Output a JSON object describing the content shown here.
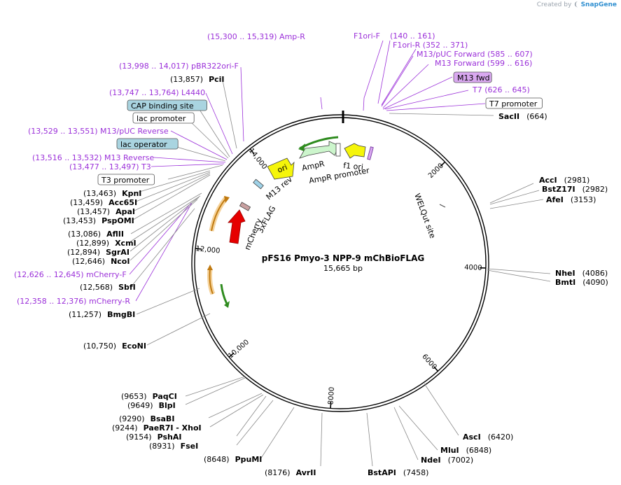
{
  "header": {
    "credit_prefix": "Created by",
    "credit_brand": "SnapGene"
  },
  "plasmid": {
    "name": "pFS16 Pmyo-3 NPP-9 mChBioFLAG",
    "length_label": "15,665 bp",
    "total_bp": 15665
  },
  "ticks": [
    {
      "bp": 2000,
      "label": "2000"
    },
    {
      "bp": 4000,
      "label": "4000"
    },
    {
      "bp": 6000,
      "label": "6000"
    },
    {
      "bp": 8000,
      "label": "8000"
    },
    {
      "bp": 10000,
      "label": "10,000"
    },
    {
      "bp": 12000,
      "label": "12,000"
    },
    {
      "bp": 14000,
      "label": "14,000"
    }
  ],
  "labels": [
    {
      "id": "amp-r-primer",
      "kind": "primer",
      "text": "(15,300 .. 15,319)  Amp-R",
      "bp": 15310,
      "color": "#9b30d9"
    },
    {
      "id": "f1ori-f",
      "kind": "primer",
      "text": "F1ori-F",
      "bp": 150,
      "color": "#9b30d9"
    },
    {
      "id": "f1ori-f-range",
      "kind": "primer",
      "text": "(140 .. 161)",
      "bp": 150,
      "color": "#9b30d9"
    },
    {
      "id": "f1ori-r",
      "kind": "primer",
      "text": "F1ori-R    (352 .. 371)",
      "bp": 361,
      "color": "#9b30d9"
    },
    {
      "id": "m13-puc-fwd",
      "kind": "primer",
      "text": "M13/pUC Forward    (585 .. 607)",
      "bp": 596,
      "color": "#9b30d9"
    },
    {
      "id": "m13-forward",
      "kind": "primer",
      "text": "M13 Forward    (599 .. 616)",
      "bp": 607,
      "color": "#9b30d9"
    },
    {
      "id": "m13-fwd-box",
      "kind": "box",
      "text": "M13 fwd",
      "bp": 610,
      "fill": "#d9a8f0"
    },
    {
      "id": "t7-primer",
      "kind": "primer",
      "text": "T7    (626 .. 645)",
      "bp": 635,
      "color": "#9b30d9"
    },
    {
      "id": "t7-promoter-box",
      "kind": "box",
      "text": "T7 promoter",
      "bp": 640,
      "fill": "#ffffff"
    },
    {
      "id": "sacii",
      "kind": "site",
      "name": "SacII",
      "pos": "(664)",
      "bp": 664
    },
    {
      "id": "pbr322ori-f",
      "kind": "primer",
      "text": "(13,998 .. 14,017)  pBR322ori-F",
      "bp": 14007,
      "color": "#9b30d9"
    },
    {
      "id": "pcii",
      "kind": "site",
      "name": "PciI",
      "pos": "(13,857)",
      "bp": 13857
    },
    {
      "id": "l4440",
      "kind": "primer",
      "text": "(13,747 .. 13,764)  L4440",
      "bp": 13755,
      "color": "#9b30d9"
    },
    {
      "id": "cap-box",
      "kind": "box",
      "text": "CAP binding site",
      "bp": 13700,
      "fill": "#a9d4e0"
    },
    {
      "id": "lac-promoter-box",
      "kind": "box",
      "text": "lac promoter",
      "bp": 13650,
      "fill": "#ffffff"
    },
    {
      "id": "m13-puc-rev",
      "kind": "primer",
      "text": "(13,529 .. 13,551)  M13/pUC Reverse",
      "bp": 13540,
      "color": "#9b30d9"
    },
    {
      "id": "lac-operator-box",
      "kind": "box",
      "text": "lac operator",
      "bp": 13560,
      "fill": "#a9d4e0"
    },
    {
      "id": "m13-reverse",
      "kind": "primer",
      "text": "(13,516 .. 13,532)  M13 Reverse",
      "bp": 13524,
      "color": "#9b30d9"
    },
    {
      "id": "t3-primer",
      "kind": "primer",
      "text": "(13,477 .. 13,497)  T3",
      "bp": 13487,
      "color": "#9b30d9"
    },
    {
      "id": "t3-promoter-box",
      "kind": "box",
      "text": "T3 promoter",
      "bp": 13480,
      "fill": "#ffffff"
    },
    {
      "id": "kpni",
      "kind": "site",
      "name": "KpnI",
      "pos": "(13,463)",
      "bp": 13463
    },
    {
      "id": "acc65i",
      "kind": "site",
      "name": "Acc65I",
      "pos": "(13,459)",
      "bp": 13459
    },
    {
      "id": "apai",
      "kind": "site",
      "name": "ApaI",
      "pos": "(13,457)",
      "bp": 13457
    },
    {
      "id": "pspomi",
      "kind": "site",
      "name": "PspOMI",
      "pos": "(13,453)",
      "bp": 13453
    },
    {
      "id": "aflii",
      "kind": "site",
      "name": "AflII",
      "pos": "(13,086)",
      "bp": 13086
    },
    {
      "id": "xcmi",
      "kind": "site",
      "name": "XcmI",
      "pos": "(12,899)",
      "bp": 12899
    },
    {
      "id": "sgrai",
      "kind": "site",
      "name": "SgrAI",
      "pos": "(12,894)",
      "bp": 12894
    },
    {
      "id": "ncoi",
      "kind": "site",
      "name": "NcoI",
      "pos": "(12,646)",
      "bp": 12646
    },
    {
      "id": "mcherry-f",
      "kind": "primer",
      "text": "(12,626 .. 12,645)  mCherry-F",
      "bp": 12635,
      "color": "#9b30d9"
    },
    {
      "id": "sbfi",
      "kind": "site",
      "name": "SbfI",
      "pos": "(12,568)",
      "bp": 12568
    },
    {
      "id": "mcherry-r",
      "kind": "primer",
      "text": "(12,358 .. 12,376)  mCherry-R",
      "bp": 12367,
      "color": "#9b30d9"
    },
    {
      "id": "bmgbi",
      "kind": "site",
      "name": "BmgBI",
      "pos": "(11,257)",
      "bp": 11257
    },
    {
      "id": "econi",
      "kind": "site",
      "name": "EcoNI",
      "pos": "(10,750)",
      "bp": 10750
    },
    {
      "id": "paqci",
      "kind": "site",
      "name": "PaqCI",
      "pos": "(9653)",
      "bp": 9653
    },
    {
      "id": "blpi",
      "kind": "site",
      "name": "BlpI",
      "pos": "(9649)",
      "bp": 9649
    },
    {
      "id": "bsabi",
      "kind": "site",
      "name": "BsaBI",
      "pos": "(9290)",
      "bp": 9290
    },
    {
      "id": "paer7i",
      "kind": "site",
      "name": "PaeR7I",
      "pos": "(9244)",
      "bp": 9244,
      "extra": " - XhoI"
    },
    {
      "id": "pshai",
      "kind": "site",
      "name": "PshAI",
      "pos": "(9154)",
      "bp": 9154
    },
    {
      "id": "fsei",
      "kind": "site",
      "name": "FseI",
      "pos": "(8931)",
      "bp": 8931
    },
    {
      "id": "ppumi",
      "kind": "site",
      "name": "PpuMI",
      "pos": "(8648)",
      "bp": 8648
    },
    {
      "id": "avrii",
      "kind": "site",
      "name": "AvrII",
      "pos": "(8176)",
      "bp": 8176
    },
    {
      "id": "bstapi",
      "kind": "site",
      "name": "BstAPI",
      "pos": "(7458)",
      "bp": 7458
    },
    {
      "id": "ndei",
      "kind": "site",
      "name": "NdeI",
      "pos": "(7002)",
      "bp": 7002
    },
    {
      "id": "mlui",
      "kind": "site",
      "name": "MluI",
      "pos": "(6848)",
      "bp": 6848
    },
    {
      "id": "asci",
      "kind": "site",
      "name": "AscI",
      "pos": "(6420)",
      "bp": 6420
    },
    {
      "id": "acci",
      "kind": "site",
      "name": "AccI",
      "pos": "(2981)",
      "bp": 2981
    },
    {
      "id": "bstz17i",
      "kind": "site",
      "name": "BstZ17I",
      "pos": "(2982)",
      "bp": 2982
    },
    {
      "id": "afei",
      "kind": "site",
      "name": "AfeI",
      "pos": "(3153)",
      "bp": 3153
    },
    {
      "id": "nhei",
      "kind": "site",
      "name": "NheI",
      "pos": "(4086)",
      "bp": 4086
    },
    {
      "id": "bmti",
      "kind": "site",
      "name": "BmtI",
      "pos": "(4090)",
      "bp": 4090
    }
  ],
  "features": [
    {
      "id": "ori",
      "text": "ori",
      "color": "#f5f50a"
    },
    {
      "id": "ampr",
      "text": "AmpR",
      "color": "#ccf5cc"
    },
    {
      "id": "ampr-promoter",
      "text": "AmpR promoter",
      "color": "#ffffff"
    },
    {
      "id": "f1-ori",
      "text": "f1 ori",
      "color": "#f5f50a"
    },
    {
      "id": "m13-rev",
      "text": "M13 rev",
      "color": "#d9a8f0"
    },
    {
      "id": "mcherry",
      "text": "mCherry",
      "color": "#e60000"
    },
    {
      "id": "3xflag",
      "text": "3xFLAG",
      "color": "#c8a0a0"
    },
    {
      "id": "welqut",
      "text": "WELQut site",
      "color": "#ffffff"
    }
  ],
  "colors": {
    "primer": "#9b30d9",
    "ori_yellow": "#f5f50a",
    "ampr_green": "#ccf5cc",
    "mcherry_red": "#e60000",
    "orange_feature": "#e8a93c",
    "dark_green": "#2e8b1e",
    "line_gray": "#888888"
  }
}
